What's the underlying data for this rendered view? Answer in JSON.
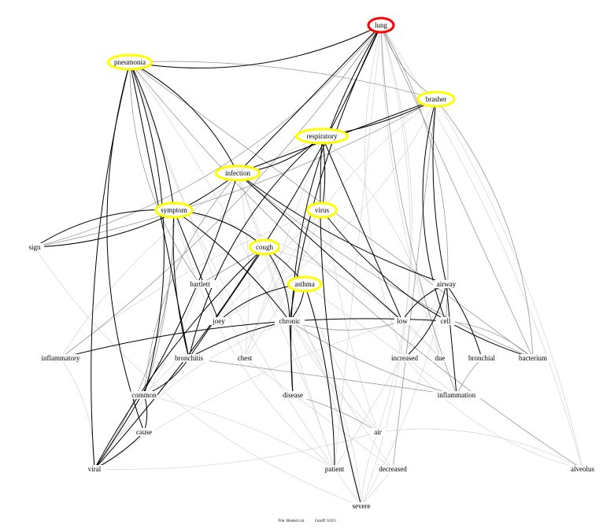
{
  "colors": {
    "root": "#ff0000",
    "highlight": "#ffff00",
    "strong_edge": "#000000",
    "medium_edge": "#999999",
    "weak_edge": "#d9d9d9"
  },
  "nodes": [
    {
      "id": "lung",
      "label": "lung",
      "style": "root"
    },
    {
      "id": "pneumonia",
      "label": "pneumonia",
      "style": "highlight"
    },
    {
      "id": "brasher",
      "label": "brasher",
      "style": "highlight"
    },
    {
      "id": "respiratory",
      "label": "respiratory",
      "style": "highlight"
    },
    {
      "id": "infection",
      "label": "infection",
      "style": "highlight"
    },
    {
      "id": "symptom",
      "label": "symptom",
      "style": "highlight"
    },
    {
      "id": "virus",
      "label": "virus",
      "style": "highlight"
    },
    {
      "id": "cough",
      "label": "cough",
      "style": "highlight"
    },
    {
      "id": "sign",
      "label": "sign",
      "style": "plain"
    },
    {
      "id": "bartlett",
      "label": "bartlett",
      "style": "plain"
    },
    {
      "id": "asthma",
      "label": "asthma",
      "style": "highlight"
    },
    {
      "id": "airway",
      "label": "airway",
      "style": "plain"
    },
    {
      "id": "joey",
      "label": "joey",
      "style": "plain"
    },
    {
      "id": "chronic",
      "label": "chronic",
      "style": "plain"
    },
    {
      "id": "low",
      "label": "low",
      "style": "plain"
    },
    {
      "id": "cell",
      "label": "cell",
      "style": "plain"
    },
    {
      "id": "inflammatory",
      "label": "inflammatory",
      "style": "plain"
    },
    {
      "id": "bronchitis",
      "label": "bronchitis",
      "style": "plain"
    },
    {
      "id": "chest",
      "label": "chest",
      "style": "plain"
    },
    {
      "id": "increased",
      "label": "increased",
      "style": "plain"
    },
    {
      "id": "due",
      "label": "due",
      "style": "plain"
    },
    {
      "id": "bronchial",
      "label": "bronchial",
      "style": "plain"
    },
    {
      "id": "bacterium",
      "label": "bacterium",
      "style": "plain"
    },
    {
      "id": "common",
      "label": "common",
      "style": "plain"
    },
    {
      "id": "disease",
      "label": "disease",
      "style": "plain"
    },
    {
      "id": "inflammation",
      "label": "inflammation",
      "style": "plain"
    },
    {
      "id": "cause",
      "label": "cause",
      "style": "plain"
    },
    {
      "id": "air",
      "label": "air",
      "style": "plain"
    },
    {
      "id": "viral",
      "label": "viral",
      "style": "plain"
    },
    {
      "id": "patient",
      "label": "patient",
      "style": "plain"
    },
    {
      "id": "decreased",
      "label": "decreased",
      "style": "plain"
    },
    {
      "id": "alveolus",
      "label": "alveolus",
      "style": "plain"
    },
    {
      "id": "severe",
      "label": "severe",
      "style": "plain"
    }
  ],
  "edges_strong": [
    [
      "lung",
      "pneumonia"
    ],
    [
      "lung",
      "viral"
    ],
    [
      "lung",
      "infection"
    ],
    [
      "lung",
      "chronic"
    ],
    [
      "lung",
      "disease"
    ],
    [
      "pneumonia",
      "infection"
    ],
    [
      "pneumonia",
      "symptom"
    ],
    [
      "pneumonia",
      "bronchitis"
    ],
    [
      "pneumonia",
      "viral"
    ],
    [
      "pneumonia",
      "cause"
    ],
    [
      "pneumonia",
      "common"
    ],
    [
      "brasher",
      "respiratory"
    ],
    [
      "brasher",
      "infection"
    ],
    [
      "brasher",
      "airway"
    ],
    [
      "brasher",
      "cell"
    ],
    [
      "respiratory",
      "infection"
    ],
    [
      "respiratory",
      "virus"
    ],
    [
      "respiratory",
      "low"
    ],
    [
      "respiratory",
      "severe"
    ],
    [
      "respiratory",
      "bronchitis"
    ],
    [
      "infection",
      "sign"
    ],
    [
      "infection",
      "viral"
    ],
    [
      "infection",
      "low"
    ],
    [
      "infection",
      "airway"
    ],
    [
      "symptom",
      "sign"
    ],
    [
      "symptom",
      "cough"
    ],
    [
      "symptom",
      "chronic"
    ],
    [
      "symptom",
      "joey"
    ],
    [
      "symptom",
      "bronchitis"
    ],
    [
      "virus",
      "bacterium"
    ],
    [
      "cough",
      "chronic"
    ],
    [
      "cough",
      "asthma"
    ],
    [
      "cough",
      "bronchitis"
    ],
    [
      "cough",
      "viral"
    ],
    [
      "asthma",
      "joey"
    ],
    [
      "asthma",
      "chronic"
    ],
    [
      "asthma",
      "patient"
    ],
    [
      "chronic",
      "disease"
    ],
    [
      "chronic",
      "bronchitis"
    ],
    [
      "airway",
      "low"
    ],
    [
      "airway",
      "increased"
    ],
    [
      "airway",
      "bronchial"
    ],
    [
      "airway",
      "inflammation"
    ],
    [
      "cell",
      "inflammatory"
    ],
    [
      "common",
      "bronchitis"
    ],
    [
      "common",
      "cause"
    ],
    [
      "cause",
      "viral"
    ]
  ],
  "edges_medium": [
    [
      "lung",
      "sign"
    ],
    [
      "lung",
      "inflammatory"
    ],
    [
      "lung",
      "bacterium"
    ],
    [
      "lung",
      "inflammation"
    ],
    [
      "lung",
      "brasher"
    ],
    [
      "lung",
      "cell"
    ],
    [
      "pneumonia",
      "brasher"
    ],
    [
      "pneumonia",
      "bacterium"
    ],
    [
      "pneumonia",
      "alveolus"
    ],
    [
      "pneumonia",
      "bartlett"
    ],
    [
      "brasher",
      "bacterium"
    ],
    [
      "brasher",
      "sign"
    ],
    [
      "brasher",
      "decreased"
    ],
    [
      "infection",
      "bacterium"
    ],
    [
      "infection",
      "common"
    ],
    [
      "symptom",
      "viral"
    ],
    [
      "symptom",
      "common"
    ],
    [
      "cough",
      "bartlett"
    ],
    [
      "chronic",
      "inflammation"
    ],
    [
      "chronic",
      "low"
    ],
    [
      "cell",
      "bacterium"
    ],
    [
      "disease",
      "air"
    ],
    [
      "inflammation",
      "bronchitis"
    ],
    [
      "bronchial",
      "inflammation"
    ]
  ],
  "edges_weak": [
    [
      "lung",
      "severe"
    ],
    [
      "lung",
      "alveolus"
    ],
    [
      "lung",
      "patient"
    ],
    [
      "lung",
      "due"
    ],
    [
      "lung",
      "increased"
    ],
    [
      "lung",
      "air"
    ],
    [
      "pneumonia",
      "patient"
    ],
    [
      "pneumonia",
      "chest"
    ],
    [
      "pneumonia",
      "severe"
    ],
    [
      "brasher",
      "chest"
    ],
    [
      "brasher",
      "joey"
    ],
    [
      "brasher",
      "alveolus"
    ],
    [
      "respiratory",
      "chest"
    ],
    [
      "respiratory",
      "air"
    ],
    [
      "respiratory",
      "inflammatory"
    ],
    [
      "respiratory",
      "due"
    ],
    [
      "infection",
      "chest"
    ],
    [
      "infection",
      "patient"
    ],
    [
      "infection",
      "decreased"
    ],
    [
      "symptom",
      "patient"
    ],
    [
      "symptom",
      "due"
    ],
    [
      "virus",
      "chest"
    ],
    [
      "virus",
      "common"
    ],
    [
      "virus",
      "inflammatory"
    ],
    [
      "cough",
      "air"
    ],
    [
      "cough",
      "due"
    ],
    [
      "cough",
      "severe"
    ],
    [
      "asthma",
      "inflammation"
    ],
    [
      "asthma",
      "air"
    ],
    [
      "chronic",
      "viral"
    ],
    [
      "chronic",
      "severe"
    ],
    [
      "airway",
      "severe"
    ],
    [
      "airway",
      "patient"
    ],
    [
      "low",
      "viral"
    ],
    [
      "increased",
      "alveolus"
    ],
    [
      "air",
      "alveolus"
    ],
    [
      "air",
      "viral"
    ],
    [
      "decreased",
      "severe"
    ],
    [
      "patient",
      "common"
    ],
    [
      "sign",
      "severe"
    ],
    [
      "inflammatory",
      "viral"
    ],
    [
      "bartlett",
      "viral"
    ],
    [
      "chest",
      "decreased"
    ],
    [
      "air",
      "severe"
    ]
  ],
  "footer": {
    "file": "File: Binder1.txt",
    "cutoff": "Cutoff: 0.015"
  }
}
